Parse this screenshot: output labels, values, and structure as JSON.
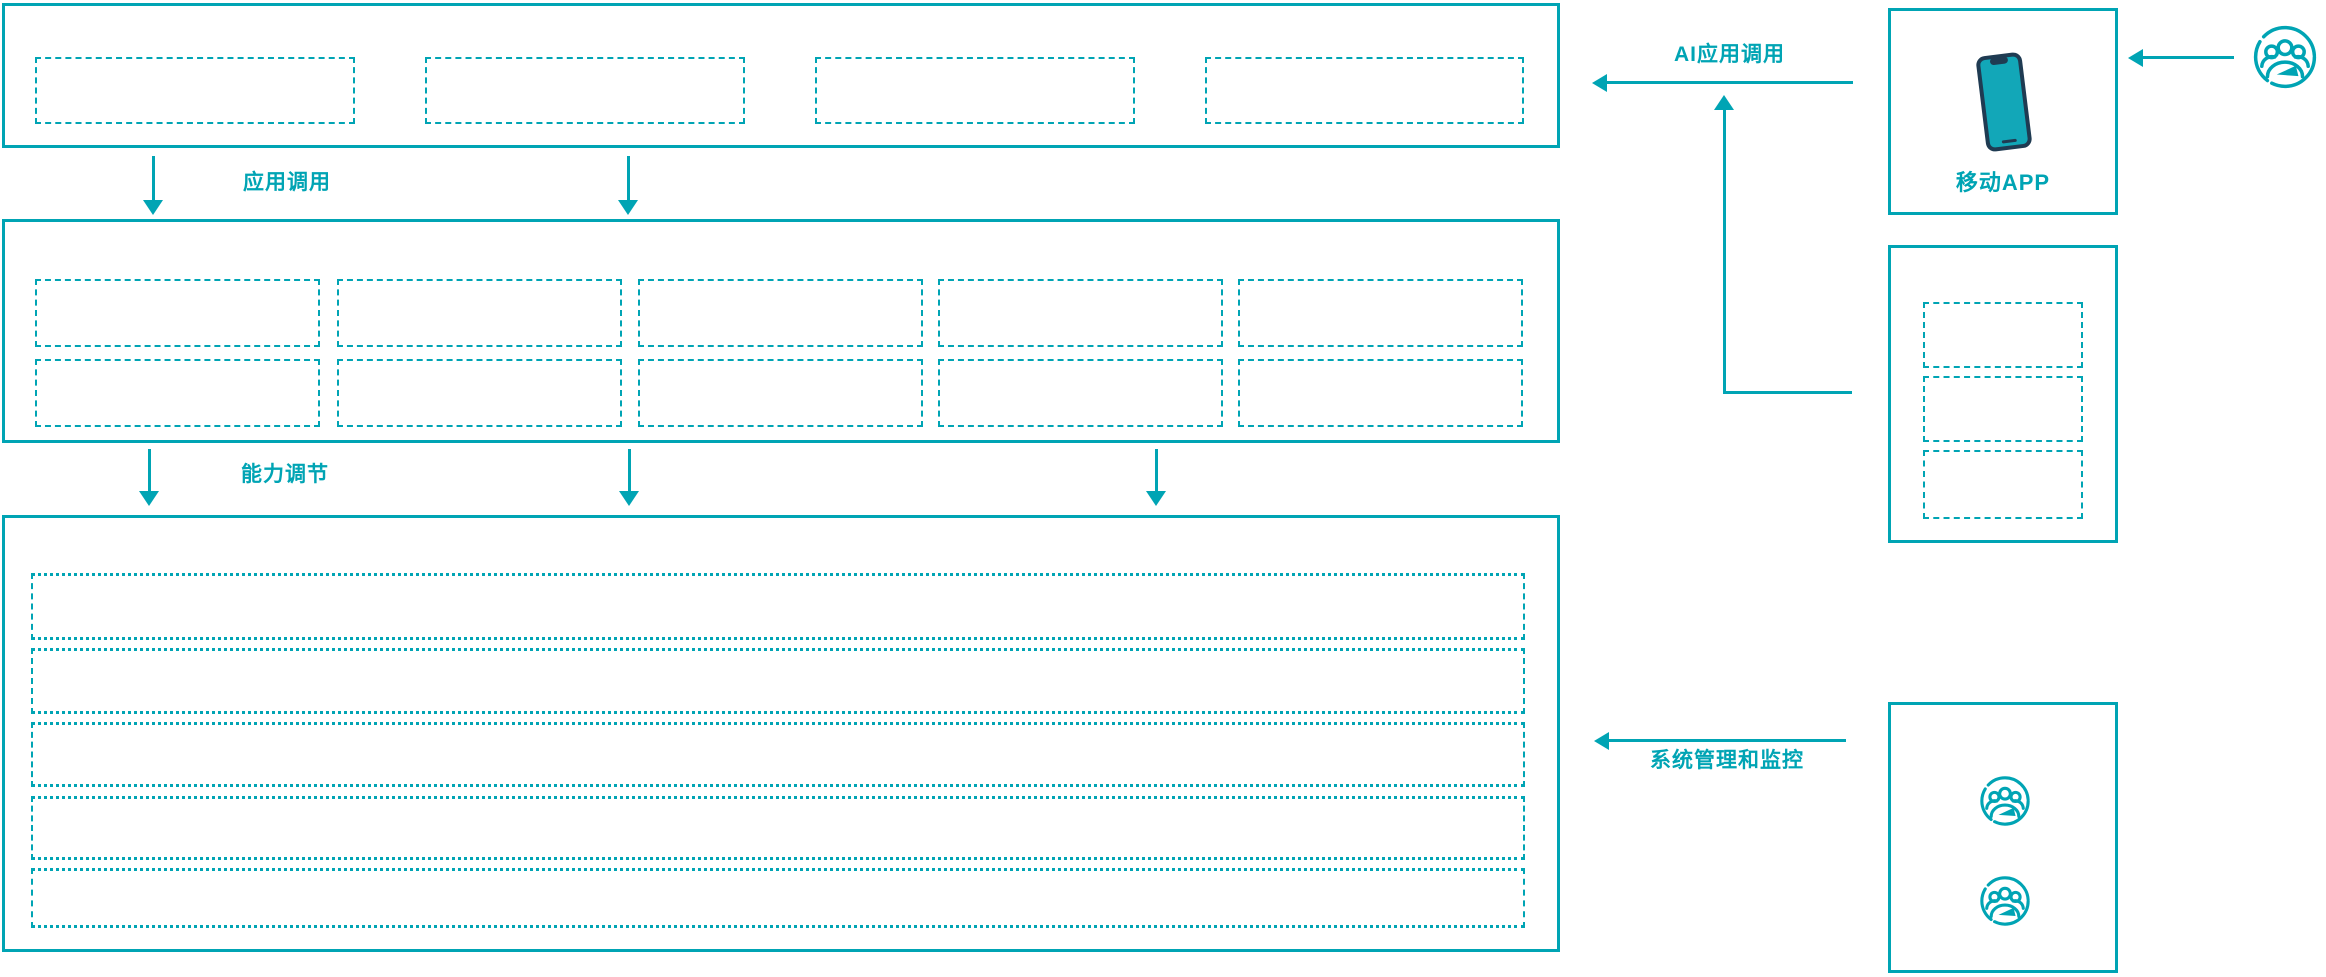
{
  "colors": {
    "accent": "#00a4b4",
    "phone_frame": "#1f3b52",
    "phone_screen": "#12a7b8"
  },
  "labels": {
    "app_call": "应用调用",
    "capability_adjust": "能力调节",
    "ai_app_call": "AI应用调用",
    "mobile_app": "移动APP",
    "system_monitor": "系统管理和监控"
  },
  "structure": {
    "top_layer_placeholders": 4,
    "middle_layer_rows": 2,
    "middle_layer_cols": 5,
    "bottom_layer_rows": 5,
    "right_panel_placeholders": 3,
    "admin_panel_user_icons": 2
  }
}
